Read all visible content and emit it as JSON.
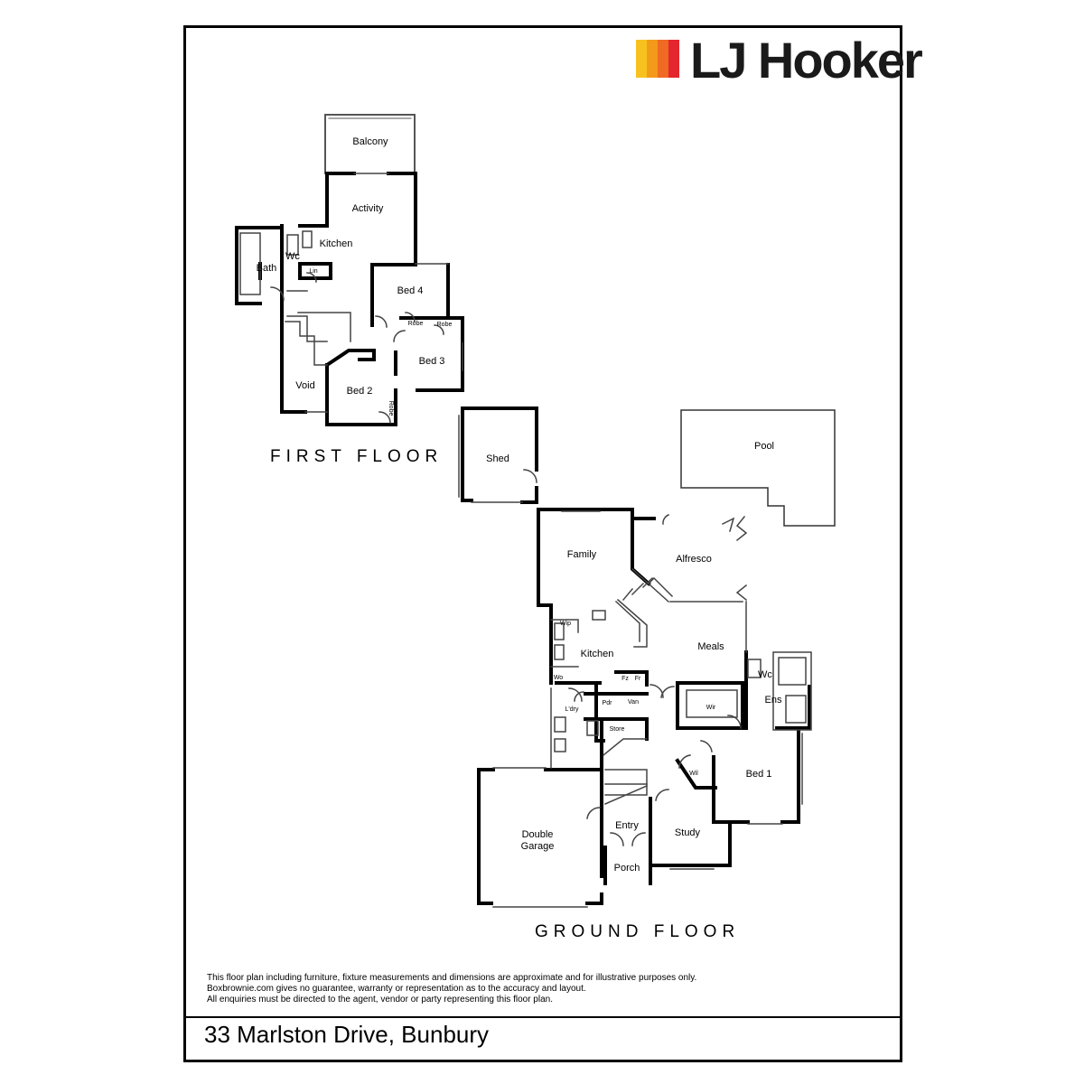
{
  "brand": {
    "name": "LJ Hooker",
    "colors": [
      "#f7c21f",
      "#f39a1b",
      "#ef6a22",
      "#e4262f"
    ]
  },
  "first_floor": {
    "label": "FIRST FLOOR",
    "rooms": {
      "balcony": "Balcony",
      "activity": "Activity",
      "kitchen": "Kitchen",
      "bath": "Bath",
      "wc": "Wc",
      "lin": "Lin",
      "bed4": "Bed 4",
      "robe_a": "Robe",
      "robe_b": "Robe",
      "bed3": "Bed 3",
      "void": "Void",
      "bed2": "Bed 2",
      "robe_c": "Robe"
    }
  },
  "outbuildings": {
    "shed": "Shed",
    "pool": "Pool"
  },
  "ground_floor": {
    "label": "GROUND FLOOR",
    "rooms": {
      "family": "Family",
      "alfresco": "Alfresco",
      "wip": "Wip",
      "kitchen": "Kitchen",
      "meals": "Meals",
      "wo": "Wo",
      "fz": "Fz",
      "fr": "Fr",
      "ldry": "L'dry",
      "pdr": "Pdr",
      "van": "Van",
      "wir": "Wir",
      "wc": "Wc",
      "ens": "Ens",
      "store": "Store",
      "wil": "Wil",
      "bed1": "Bed 1",
      "double_garage_1": "Double",
      "double_garage_2": "Garage",
      "entry": "Entry",
      "study": "Study",
      "porch": "Porch"
    }
  },
  "disclaimer": [
    "This floor plan including furniture, fixture measurements and dimensions are approximate and for illustrative purposes only.",
    "Boxbrownie.com gives no guarantee, warranty or representation as to the accuracy and layout.",
    "All enquiries must be directed to the agent, vendor or party representing this floor plan."
  ],
  "address": "33 Marlston Drive, Bunbury"
}
